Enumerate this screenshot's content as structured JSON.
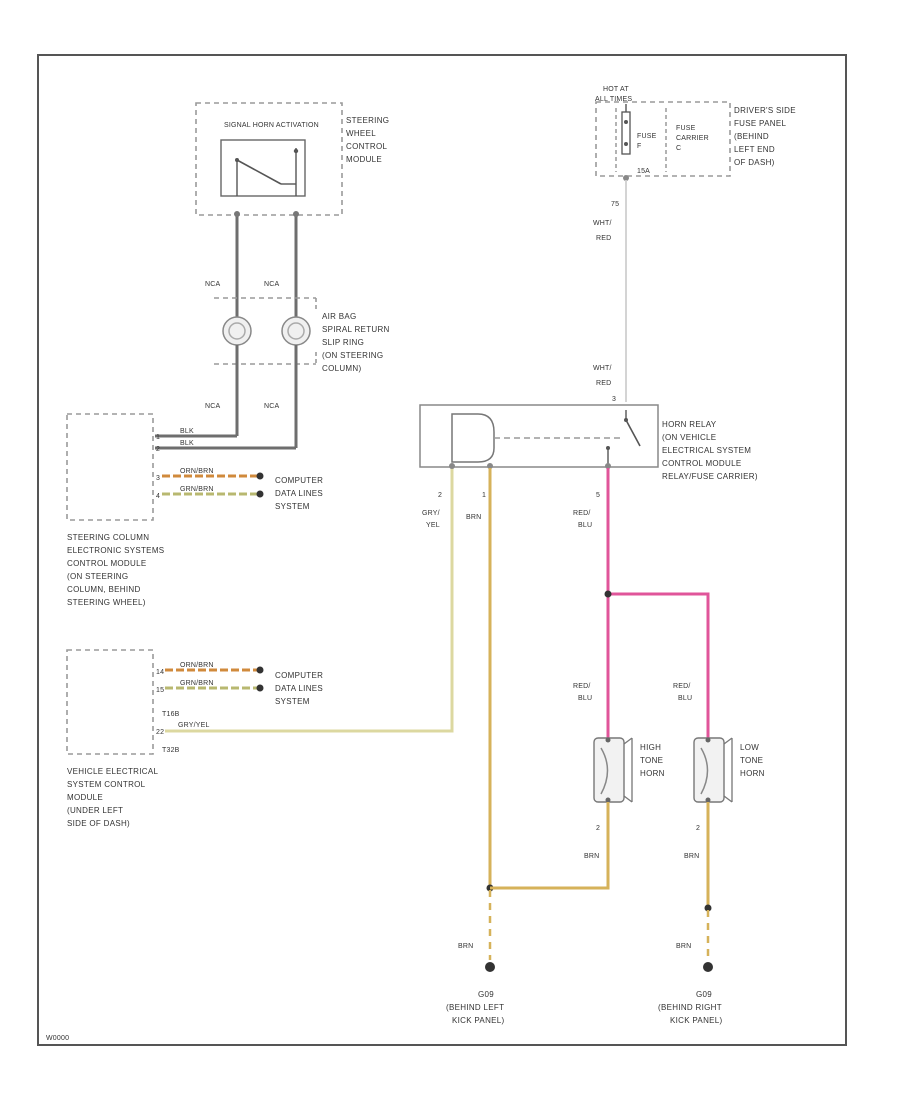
{
  "colors": {
    "wire_dark": "#6e6e6e",
    "wire_light": "#cfcfcf",
    "wire_red_blu": "#e0559a",
    "wire_brn": "#d6b25a",
    "wire_gry_yel": "#dcd8a0",
    "wire_orn_brn": "#d08a3c",
    "wire_grn_brn": "#b8b870",
    "frame": "#555555",
    "box_dashed": "#9a9a9a"
  },
  "components": {
    "horn_switch": {
      "label": "SIGNAL HORN ACTIVATION",
      "desc": [
        "STEERING",
        "WHEEL",
        "CONTROL",
        "MODULE"
      ]
    },
    "clock_spring": {
      "desc": [
        "AIR BAG",
        "SPIRAL RETURN",
        "SLIP RING",
        "(ON STEERING",
        "COLUMN)"
      ]
    },
    "fuse": {
      "hot_label": [
        "HOT AT",
        "ALL TIMES"
      ],
      "fuse_label": "FUSE",
      "fuse_sub": "F",
      "fuse_rating": "15A",
      "carrier": [
        "FUSE",
        "CARRIER",
        "C"
      ],
      "terminal": "75",
      "desc": [
        "DRIVER'S SIDE",
        "FUSE PANEL",
        "(BEHIND",
        "LEFT END",
        "OF DASH)"
      ]
    },
    "horn_relay": {
      "desc": [
        "HORN RELAY",
        "(ON VEHICLE",
        "ELECTRICAL SYSTEM",
        "CONTROL MODULE",
        "RELAY/FUSE CARRIER)"
      ]
    },
    "scm": {
      "desc": [
        "STEERING COLUMN",
        "ELECTRONIC SYSTEMS",
        "CONTROL MODULE",
        "(ON STEERING",
        "COLUMN, BEHIND",
        "STEERING WHEEL)"
      ]
    },
    "vesm": {
      "desc": [
        "VEHICLE ELECTRICAL",
        "SYSTEM CONTROL",
        "MODULE",
        "(UNDER LEFT",
        "SIDE OF DASH)"
      ],
      "conn1": "T16B",
      "conn2": "T32B"
    },
    "high_horn": {
      "desc": [
        "HIGH",
        "TONE",
        "HORN"
      ]
    },
    "low_horn": {
      "desc": [
        "LOW",
        "TONE",
        "HORN"
      ]
    }
  },
  "wires": {
    "nca": "NCA",
    "blk": "BLK",
    "wht_red": [
      "WHT/",
      "RED"
    ],
    "gry_yel": [
      "GRY/",
      "YEL"
    ],
    "brn": "BRN",
    "red_blu": [
      "RED/",
      "BLU"
    ],
    "orn_brn": "ORN/BRN",
    "grn_brn": "GRN/BRN",
    "gry_yel_inline": "GRY/YEL"
  },
  "pins": {
    "scm": [
      "1",
      "2",
      "3",
      "4"
    ],
    "vesm": [
      "14",
      "15",
      "22"
    ],
    "relay_left_a": "2",
    "relay_left_b": "1",
    "relay_out": "5",
    "relay_in": "3",
    "horn": "2"
  },
  "data_lines": [
    "COMPUTER",
    "DATA LINES",
    "SYSTEM"
  ],
  "grounds": {
    "left": {
      "id": "G09",
      "loc": [
        "(BEHIND LEFT",
        "KICK PANEL)"
      ]
    },
    "right": {
      "id": "G09",
      "loc": [
        "(BEHIND RIGHT",
        "KICK PANEL)"
      ]
    }
  },
  "footer": "W0000"
}
